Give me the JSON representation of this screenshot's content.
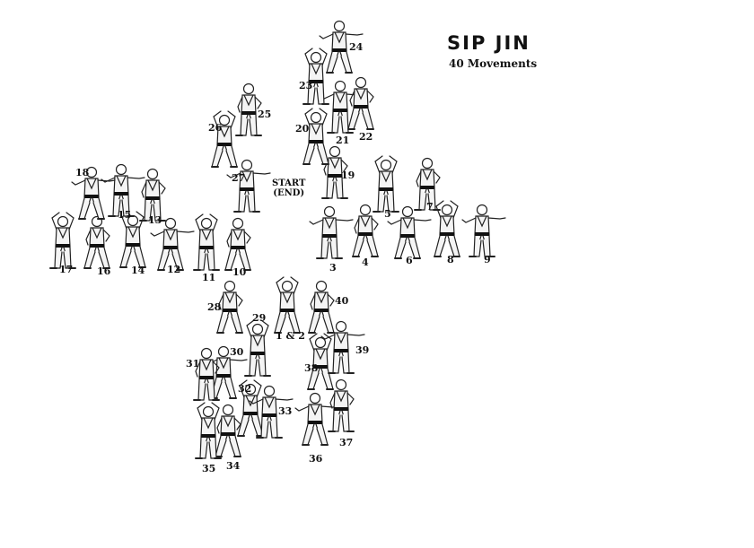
{
  "title": "SIP JIN",
  "subtitle": "40 Movements",
  "start_label": "START",
  "end_label": "(END)",
  "labels": [
    "1 & 2",
    "3",
    "4",
    "5",
    "6",
    "7",
    "8",
    "9",
    "10",
    "11",
    "12",
    "13",
    "14",
    "15",
    "16",
    "17",
    "18",
    "19",
    "20",
    "21",
    "22",
    "23",
    "24",
    "25",
    "26",
    "27",
    "28",
    "29",
    "30",
    "31",
    "32",
    "33",
    "34",
    "35",
    "36",
    "37",
    "38",
    "39",
    "40"
  ]
}
